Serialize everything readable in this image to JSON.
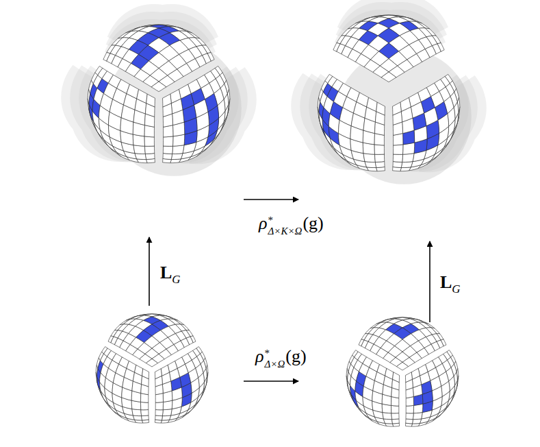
{
  "diagram": {
    "labels": [
      "ρ",
      "*",
      "Δ×K×Ω",
      "(g)",
      "L",
      "G",
      "L",
      "G",
      "ρ",
      "*",
      "Δ×Ω",
      "(g)"
    ]
  }
}
